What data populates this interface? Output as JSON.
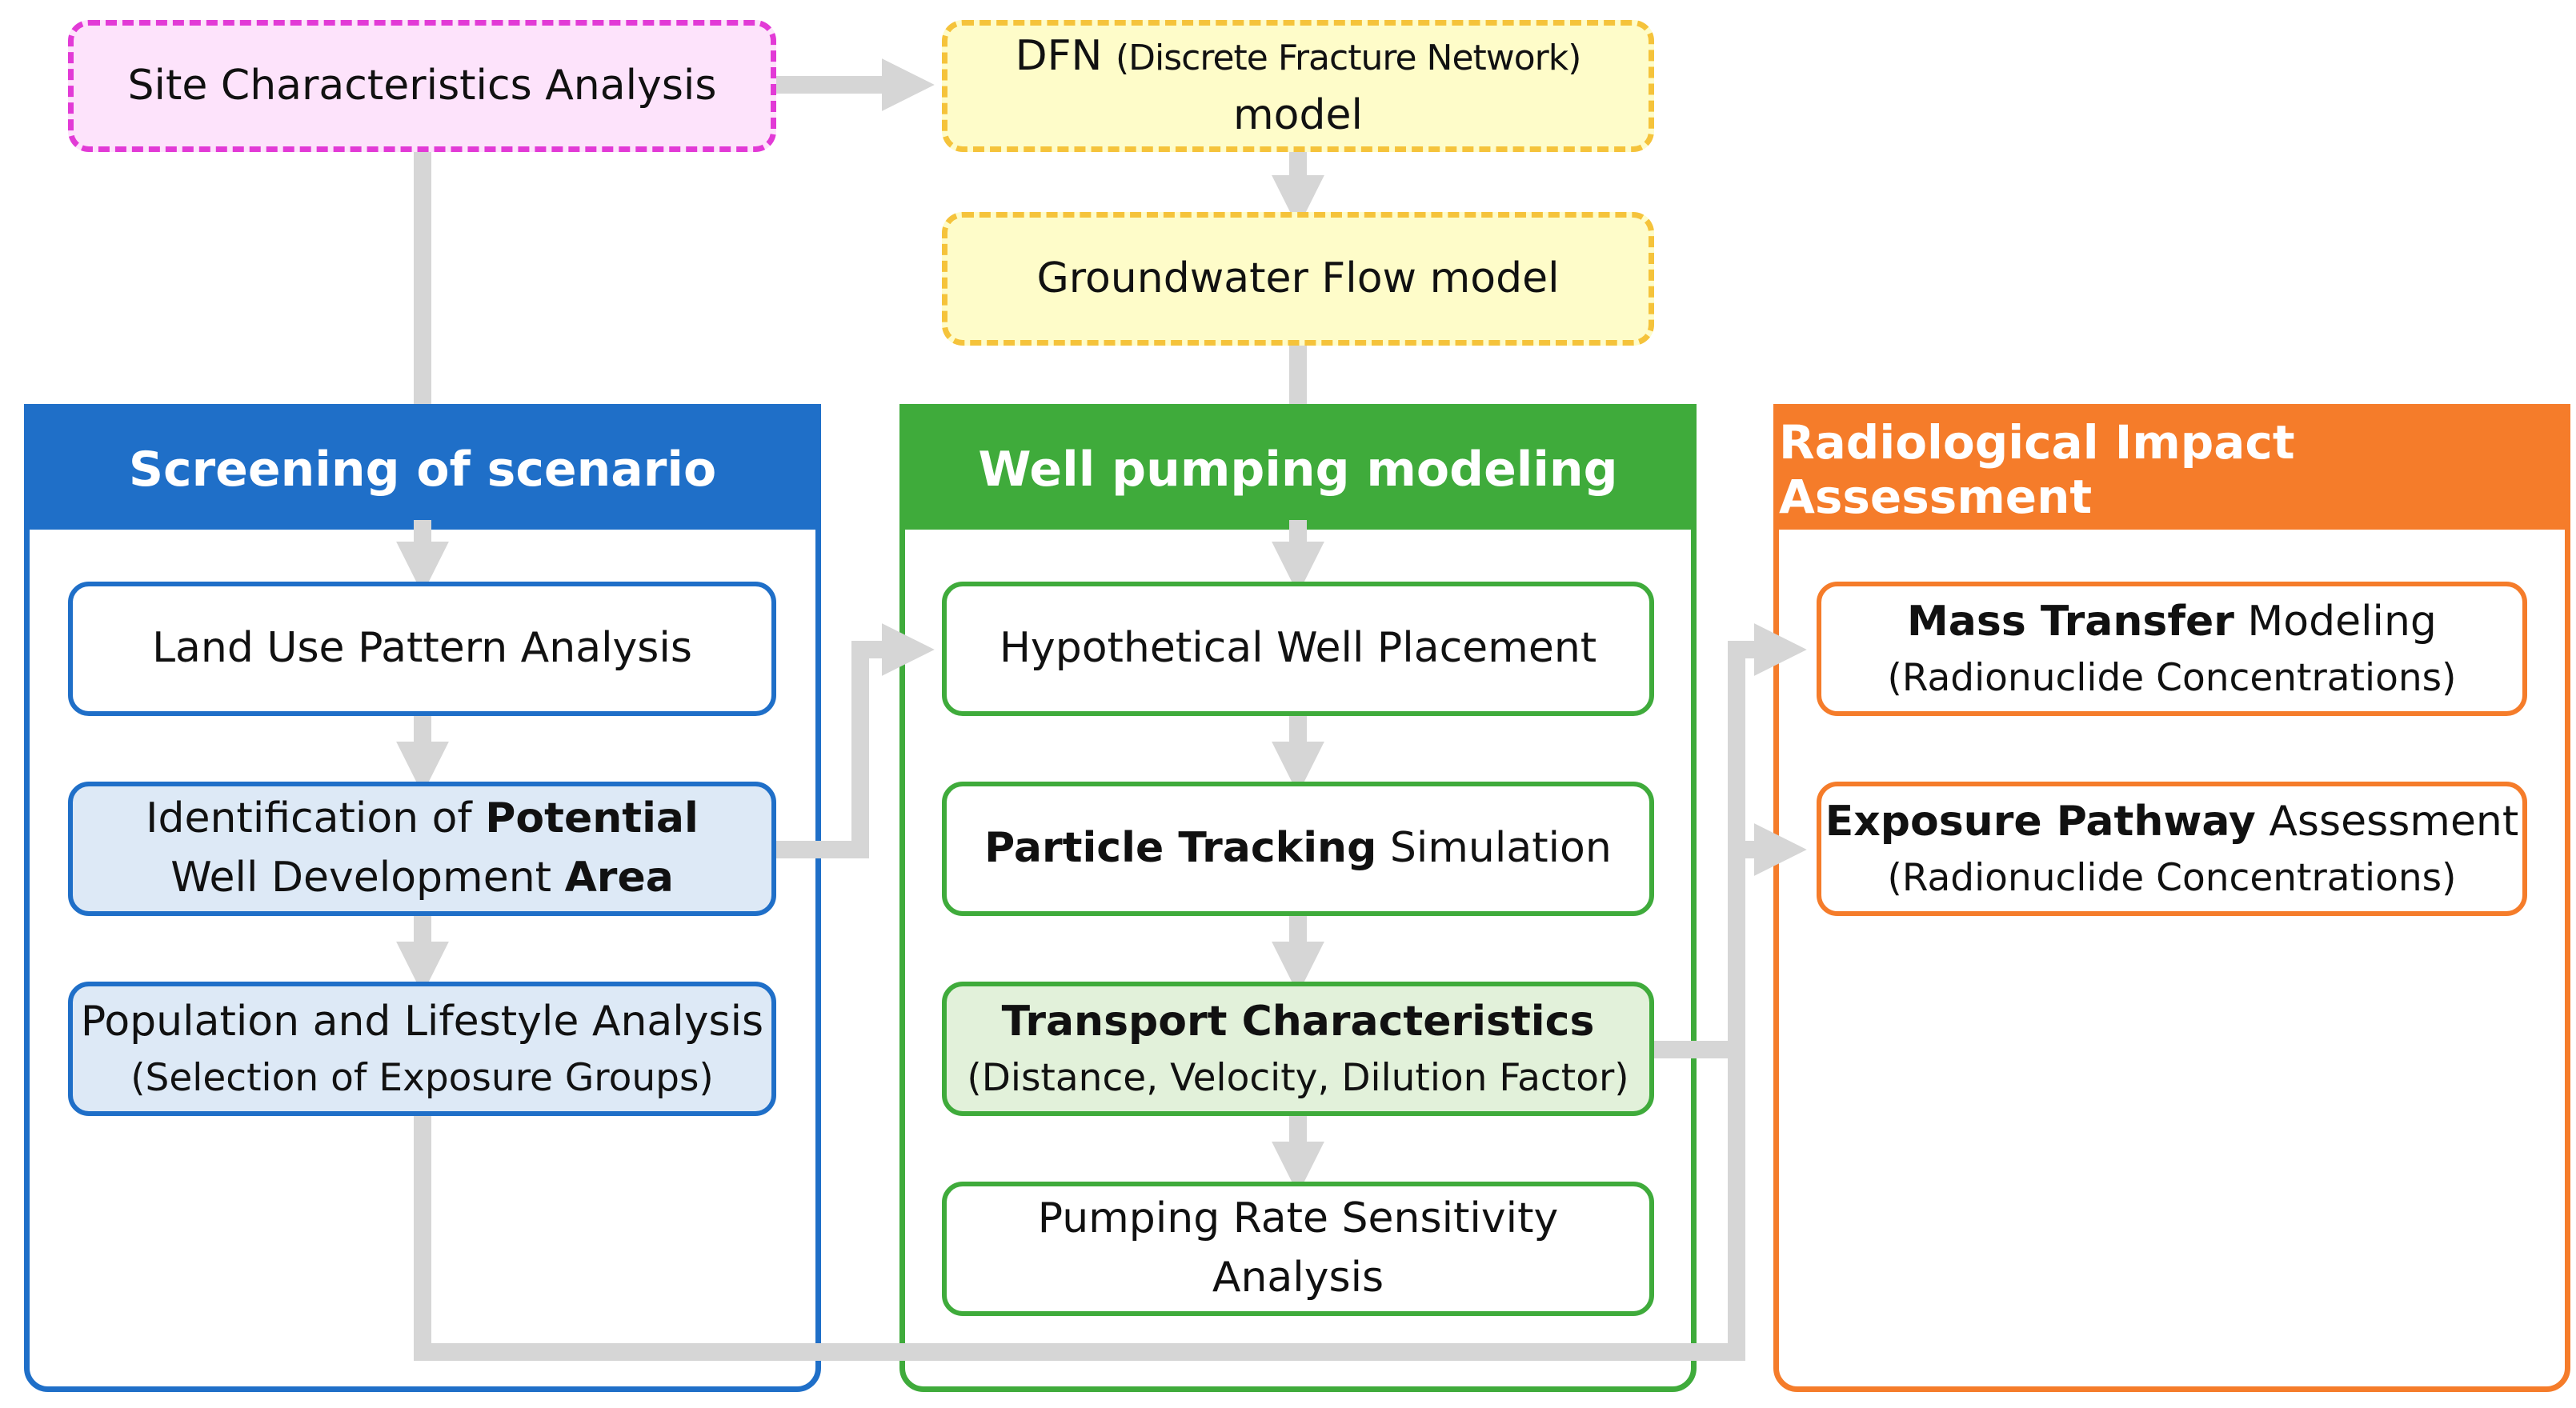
{
  "colors": {
    "arrow": "#d6d6d6",
    "pink_border": "#e23ad6",
    "pink_fill": "#fde3fb",
    "yellow_border": "#f5c33b",
    "yellow_fill": "#fefcc9",
    "blue": "#1f6fc8",
    "blue_fill": "#dde9f6",
    "green": "#3fab3b",
    "green_fill": "#e2f1da",
    "orange": "#f57c2a"
  },
  "top": {
    "site": "Site Characteristics Analysis",
    "dfn": {
      "prefix": "DFN",
      "paren": "(Discrete Fracture Network)",
      "suffix": "model"
    },
    "groundwater": "Groundwater Flow model"
  },
  "screening": {
    "title": "Screening of scenario",
    "land_use": "Land Use Pattern Analysis",
    "potential": {
      "t1": "Identification of ",
      "b1": "Potential",
      "t2": "Well Development ",
      "b2": "Area"
    },
    "population": {
      "line1": "Population and Lifestyle Analysis",
      "line2": "(Selection of Exposure Groups)"
    }
  },
  "well": {
    "title": "Well pumping modeling",
    "placement": "Hypothetical Well Placement",
    "particle": {
      "bold": "Particle Tracking",
      "rest": " Simulation"
    },
    "transport": {
      "bold": "Transport Characteristics",
      "line2": "(Distance, Velocity, Dilution Factor)"
    },
    "pumping": "Pumping Rate Sensitivity Analysis"
  },
  "radiological": {
    "title": "Radiological Impact Assessment",
    "mass": {
      "bold": "Mass Transfer",
      "rest": " Modeling",
      "line2": "(Radionuclide Concentrations)"
    },
    "exposure": {
      "bold": "Exposure Pathway",
      "rest": " Assessment",
      "line2": "(Radionuclide Concentrations)"
    }
  }
}
